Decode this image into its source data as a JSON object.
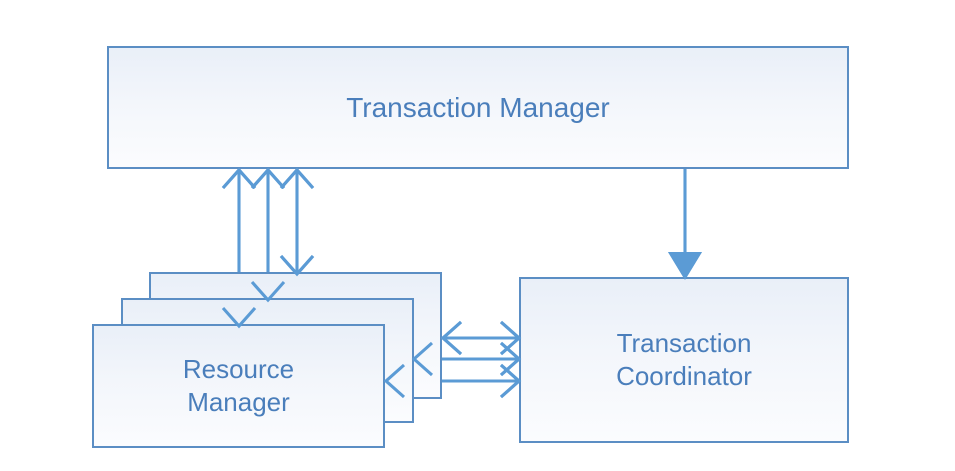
{
  "diagram": {
    "title": "Transaction Manager / Resource Manager / Transaction Coordinator architecture",
    "background_color": "#ffffff",
    "palette": {
      "box_border": "#5b8ec4",
      "box_fill_top": "#e9eff8",
      "box_fill_bottom": "#fbfcfe",
      "text": "#4a7ebb",
      "arrow": "#5b9bd5"
    },
    "nodes": {
      "transaction_manager": {
        "label": "Transaction Manager",
        "role": "top-level coordinator box"
      },
      "resource_manager": {
        "label": "Resource\nManager",
        "role": "stacked multiple-instance box",
        "stack_count": 3
      },
      "transaction_coordinator": {
        "label": "Transaction\nCoordinator",
        "role": "right-hand coordinator box"
      }
    },
    "edges": [
      {
        "id": "tm-rm-1",
        "from": "transaction-manager",
        "to": "resource-manager-front",
        "direction": "bidirectional",
        "arrowhead": "open",
        "orientation": "vertical"
      },
      {
        "id": "tm-rm-2",
        "from": "transaction-manager",
        "to": "resource-manager-middle",
        "direction": "bidirectional",
        "arrowhead": "open",
        "orientation": "vertical"
      },
      {
        "id": "tm-rm-3",
        "from": "transaction-manager",
        "to": "resource-manager-back",
        "direction": "bidirectional",
        "arrowhead": "open",
        "orientation": "vertical"
      },
      {
        "id": "tm-tc",
        "from": "transaction-manager",
        "to": "transaction-coordinator",
        "direction": "one-way",
        "arrowhead": "filled-triangle",
        "orientation": "vertical"
      },
      {
        "id": "rm-tc-1",
        "from": "resource-manager-back",
        "to": "transaction-coordinator",
        "direction": "bidirectional",
        "arrowhead": "open",
        "orientation": "horizontal"
      },
      {
        "id": "rm-tc-2",
        "from": "resource-manager-middle",
        "to": "transaction-coordinator",
        "direction": "bidirectional",
        "arrowhead": "open",
        "orientation": "horizontal"
      },
      {
        "id": "rm-tc-3",
        "from": "resource-manager-front",
        "to": "transaction-coordinator",
        "direction": "bidirectional",
        "arrowhead": "open",
        "orientation": "horizontal"
      }
    ]
  }
}
